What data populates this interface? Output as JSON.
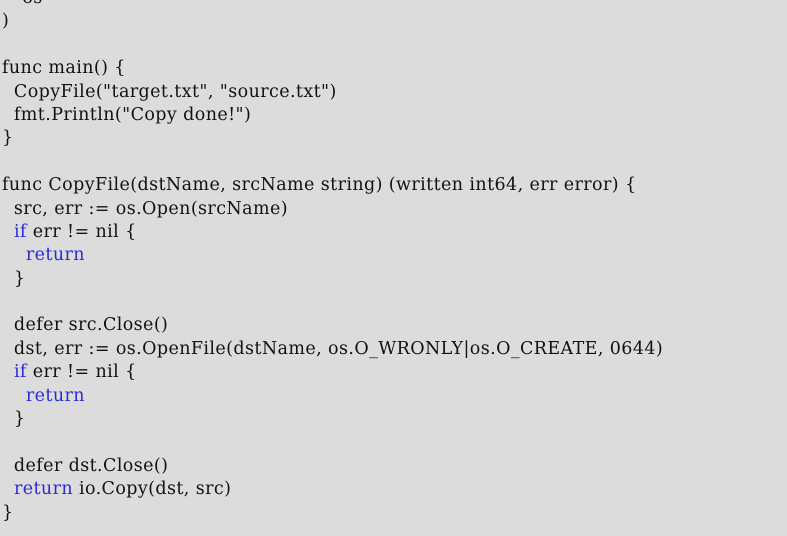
{
  "code": {
    "lines": [
      [
        {
          "t": "  \"os\""
        }
      ],
      [
        {
          "t": ")"
        }
      ],
      [
        {
          "t": ""
        }
      ],
      [
        {
          "t": "func main() {"
        }
      ],
      [
        {
          "t": "  CopyFile(\"target.txt\", \"source.txt\")"
        }
      ],
      [
        {
          "t": "  fmt.Println(\"Copy done!\")"
        }
      ],
      [
        {
          "t": "}"
        }
      ],
      [
        {
          "t": ""
        }
      ],
      [
        {
          "t": "func CopyFile(dstName, srcName string) (written int64, err error) {"
        }
      ],
      [
        {
          "t": "  src, err := os.Open(srcName)"
        }
      ],
      [
        {
          "t": "  "
        },
        {
          "t": "if",
          "k": 1
        },
        {
          "t": " err != nil {"
        }
      ],
      [
        {
          "t": "    "
        },
        {
          "t": "return",
          "k": 1
        }
      ],
      [
        {
          "t": "  }"
        }
      ],
      [
        {
          "t": ""
        }
      ],
      [
        {
          "t": "  defer src.Close()"
        }
      ],
      [
        {
          "t": "  dst, err := os.OpenFile(dstName, os.O_WRONLY|os.O_CREATE, 0644)"
        }
      ],
      [
        {
          "t": "  "
        },
        {
          "t": "if",
          "k": 1
        },
        {
          "t": " err != nil {"
        }
      ],
      [
        {
          "t": "    "
        },
        {
          "t": "return",
          "k": 1
        }
      ],
      [
        {
          "t": "  }"
        }
      ],
      [
        {
          "t": ""
        }
      ],
      [
        {
          "t": "  defer dst.Close()"
        }
      ],
      [
        {
          "t": "  "
        },
        {
          "t": "return",
          "k": 1
        },
        {
          "t": " io.Copy(dst, src)"
        }
      ],
      [
        {
          "t": "}"
        }
      ]
    ]
  },
  "colors": {
    "background": "#dcdcdc",
    "text": "#111111",
    "keyword": "#2b2bd6"
  }
}
